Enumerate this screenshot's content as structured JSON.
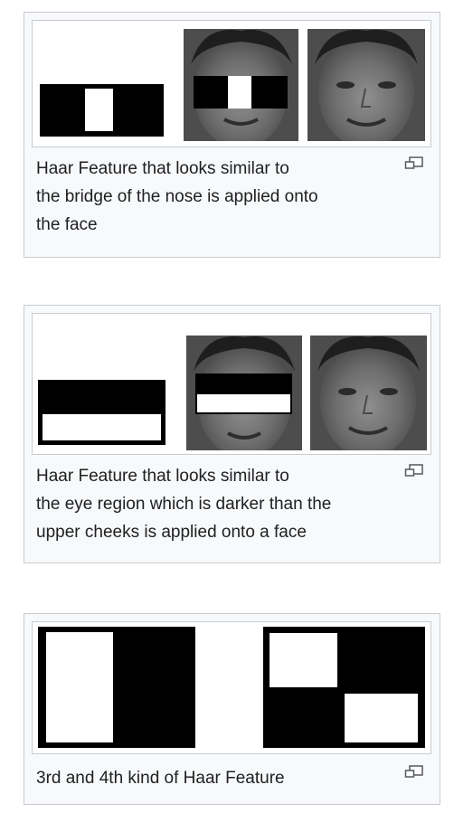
{
  "figures": [
    {
      "caption": "Haar Feature that looks similar to\nthe bridge of the nose is applied onto\nthe face",
      "icon": "magnify-clip-icon"
    },
    {
      "caption": "Haar Feature that looks similar to\nthe eye region which is darker than the\nupper cheeks is applied onto a face",
      "icon": "magnify-clip-icon"
    },
    {
      "caption": "3rd and 4th kind of Haar Feature",
      "icon": "magnify-clip-icon"
    }
  ],
  "colors": {
    "border": "#c8ccd1",
    "thumb_bg": "#f8f9fa",
    "text": "#202122"
  }
}
